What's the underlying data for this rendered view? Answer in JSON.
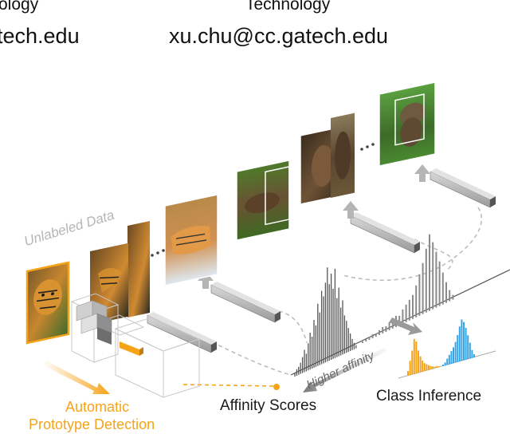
{
  "header": {
    "left_affiliation": "ology",
    "left_email": "tech.edu",
    "right_affiliation": "Technology",
    "right_email": "xu.chu@cc.gatech.edu"
  },
  "diagram": {
    "unlabeled_data": "Unlabeled Data",
    "ellipsis": "...",
    "auto_detection_line1": "Automatic",
    "auto_detection_line2": "Prototype Detection",
    "affinity_scores": "Affinity Scores",
    "higher_affinity": "Higher affinity",
    "class_inference": "Class Inference"
  },
  "colors": {
    "accent_orange": "#f5a41a",
    "accent_blue": "#36a6e8",
    "gray_bar": "#8a8a8a",
    "dark_text": "#1a1a1a"
  }
}
